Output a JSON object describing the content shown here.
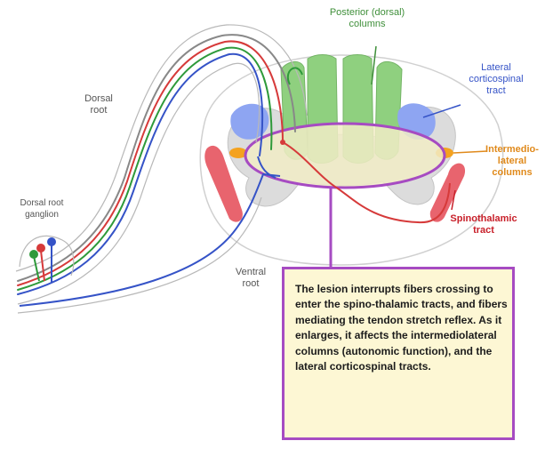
{
  "labels": {
    "posterior_columns": "Posterior (dorsal)\ncolumns",
    "lateral_corticospinal": "Lateral\ncorticospinal\ntract",
    "intermediolateral": "Intermedio-\nlateral\ncolumns",
    "spinothalamic": "Spinothalamic\ntract",
    "dorsal_root": "Dorsal\nroot",
    "dorsal_root_ganglion": "Dorsal root\nganglion",
    "ventral_root": "Ventral\nroot"
  },
  "callout": {
    "text": "The lesion interrupts fibers crossing to enter the spino-thalamic tracts, and fibers mediating the tendon stretch reflex. As it enlarges, it affects the intermediolateral columns (autonomic function), and the lateral corticospinal tracts."
  },
  "colors": {
    "dorsal_columns": "#8fd07f",
    "corticospinal": "#8ea5f2",
    "intermediolateral": "#f4a21f",
    "spinothalamic": "#e8646e",
    "gray_matter": "#dcdcdc",
    "lesion_fill": "#f1ecc6",
    "lesion_outline": "#a64bc2",
    "callout_border": "#a64bc2",
    "callout_fill": "#fdf7d4"
  }
}
